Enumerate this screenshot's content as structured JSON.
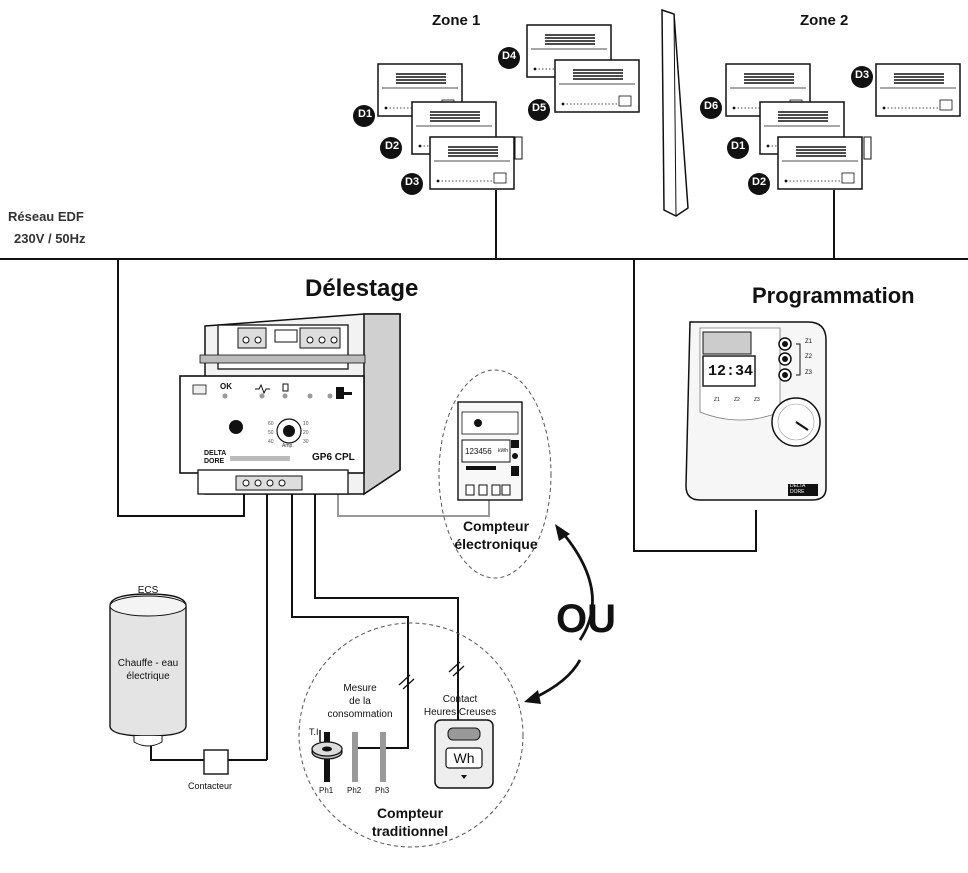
{
  "network": {
    "line1": "Réseau EDF",
    "line2": "230V / 50Hz"
  },
  "zones": {
    "zone1": {
      "title": "Zone 1",
      "devices": [
        "D1",
        "D2",
        "D3",
        "D4",
        "D5"
      ]
    },
    "zone2": {
      "title": "Zone 2",
      "devices": [
        "D6",
        "D1",
        "D2",
        "D3"
      ]
    }
  },
  "sections": {
    "delestage": "Délestage",
    "programmation": "Programmation"
  },
  "gp6": {
    "model": "GP6 CPL",
    "brand1": "DELTA",
    "brand2": "DORE",
    "ok": "OK",
    "dial_label": "Amp."
  },
  "programmer": {
    "display": "12:34",
    "zone_buttons": [
      "Z1",
      "Z2",
      "Z3"
    ],
    "zone_labels": [
      "Z1",
      "Z2",
      "Z3"
    ],
    "brand1": "DELTA",
    "brand2": "DORE"
  },
  "electronic_meter": {
    "display": "123456",
    "unit": "kWh",
    "label1": "Compteur",
    "label2": "électronique"
  },
  "ou": "OU",
  "ecs": {
    "title": "ECS",
    "body1": "Chauffe - eau",
    "body2": "électrique",
    "contactor": "Contacteur"
  },
  "traditional": {
    "mesure1": "Mesure",
    "mesure2": "de la",
    "mesure3": "consommation",
    "contact1": "Contact",
    "contact2": "Heures Creuses",
    "ti": "T.I",
    "phases": [
      "Ph1",
      "Ph2",
      "Ph3"
    ],
    "wh": "Wh",
    "label1": "Compteur",
    "label2": "traditionnel"
  }
}
